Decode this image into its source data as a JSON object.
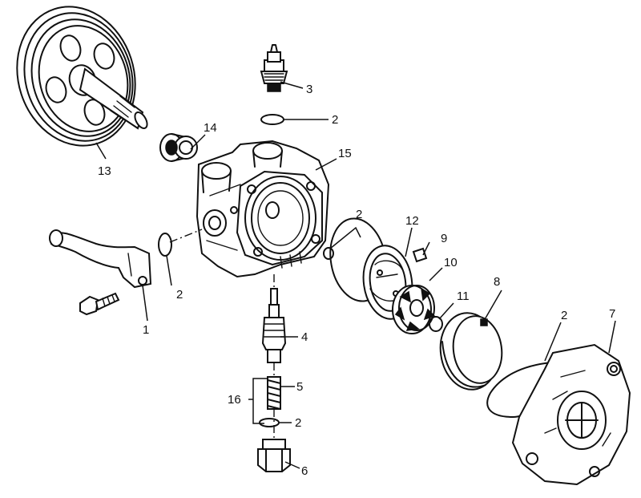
{
  "callouts": {
    "c1": "1",
    "c2_top": "2",
    "c2_left": "2",
    "c2_mid": "2",
    "c2_bottom": "2",
    "c2_right": "2",
    "c3": "3",
    "c4": "4",
    "c5": "5",
    "c6": "6",
    "c7": "7",
    "c8": "8",
    "c9": "9",
    "c10": "10",
    "c11": "11",
    "c12": "12",
    "c13": "13",
    "c14": "14",
    "c15": "15",
    "c16": "16"
  }
}
